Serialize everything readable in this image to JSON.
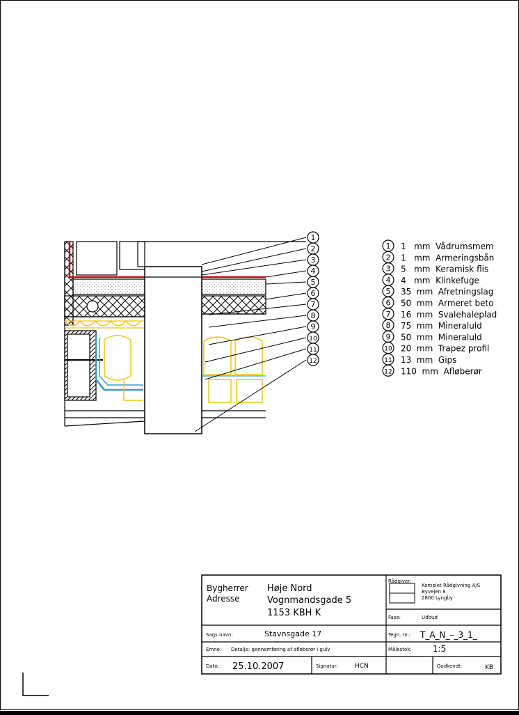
{
  "legend": [
    {
      "num": "1",
      "text": "1   mm  Vådrumsmem"
    },
    {
      "num": "2",
      "text": "1   mm  Armeringsbån"
    },
    {
      "num": "3",
      "text": "5   mm  Keramisk flis"
    },
    {
      "num": "4",
      "text": "4   mm  Klinkefuge"
    },
    {
      "num": "5",
      "text": "35  mm  Afretningslag"
    },
    {
      "num": "6",
      "text": "50  mm  Armeret beto"
    },
    {
      "num": "7",
      "text": "16  mm  Svalehaleplad"
    },
    {
      "num": "8",
      "text": "75  mm  Mineraluld"
    },
    {
      "num": "9",
      "text": "50  mm  Mineraluld"
    },
    {
      "num": "10",
      "text": "20  mm  Trapez profil"
    },
    {
      "num": "11",
      "text": "13  mm  Gips"
    },
    {
      "num": "12",
      "text": "110  mm  Afløberør"
    }
  ],
  "title_block": {
    "client_label": "Bygherrer",
    "address_label": "Adresse",
    "client_value": "Høje Nord",
    "address_line1": "Vognmandsgade 5",
    "address_line2": "1153  KBH  K",
    "consultant_label": "Rådgiver:",
    "consultant_line1": "Komplet Rådgivning A/S",
    "consultant_line2": "Byvejen 8",
    "consultant_line3": "2800 Lyngby",
    "phase_label": "Fase:",
    "phase_value": "Udbud",
    "case_label": "Sags navn:",
    "case_value": "Stavnsgade 17",
    "drawing_no_label": "Tegn. nr.:",
    "drawing_no_value": "T_A_N_–_3_1_",
    "subject_label": "Emne:",
    "subject_value": "Detalje: gennemføring af afløbsrør i gulv",
    "scale_label": "Målestok:",
    "scale_value": "1:5",
    "date_label": "Dato:",
    "date_value": "25.10.2007",
    "signature_label": "Signatur:",
    "signature_value": "HCN",
    "approved_label": "Godkendt:",
    "approved_value": "KB"
  },
  "colors": {
    "insulation": "#f0c800",
    "membrane": "#c01010",
    "trapez": "#2aa0c8",
    "membrane_violet": "#b040c0"
  }
}
